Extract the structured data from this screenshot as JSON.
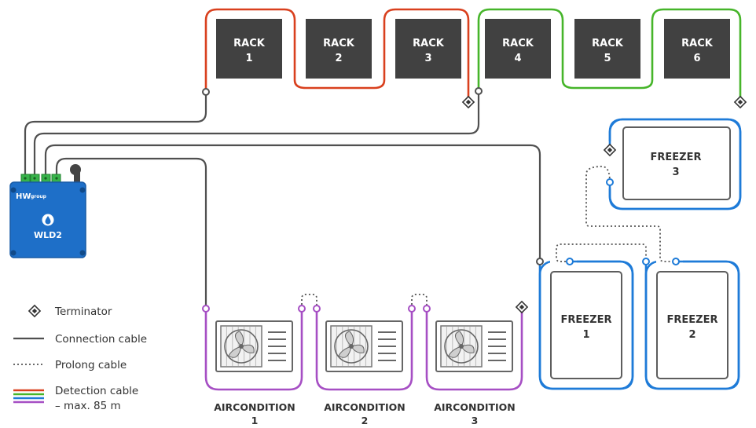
{
  "racks": [
    {
      "line1": "RACK",
      "line2": "1"
    },
    {
      "line1": "RACK",
      "line2": "2"
    },
    {
      "line1": "RACK",
      "line2": "3"
    },
    {
      "line1": "RACK",
      "line2": "4"
    },
    {
      "line1": "RACK",
      "line2": "5"
    },
    {
      "line1": "RACK",
      "line2": "6"
    }
  ],
  "freezers": [
    {
      "line1": "FREEZER",
      "line2": "1"
    },
    {
      "line1": "FREEZER",
      "line2": "2"
    },
    {
      "line1": "FREEZER",
      "line2": "3"
    }
  ],
  "airconditions": [
    {
      "line1": "AIRCONDITION",
      "line2": "1"
    },
    {
      "line1": "AIRCONDITION",
      "line2": "2"
    },
    {
      "line1": "AIRCONDITION",
      "line2": "3"
    }
  ],
  "device": {
    "brand": "HW",
    "brand_suffix": "group",
    "model": "WLD2"
  },
  "legend": {
    "terminator": "Terminator",
    "connection": "Connection cable",
    "prolong": "Prolong cable",
    "detection_line1": "Detection cable",
    "detection_line2": "– max. 85 m"
  },
  "colors": {
    "rack": "#414141",
    "red_cable": "#d9401e",
    "green_cable": "#46b52a",
    "blue_cable": "#1e7bd8",
    "purple_cable": "#a64fc4",
    "connection_cable": "#505050",
    "device": "#1e6fc8"
  },
  "icons": {
    "terminator": "diamond-terminator-icon",
    "device_status": "water-drop-icon",
    "aircon": "fan-icon"
  }
}
